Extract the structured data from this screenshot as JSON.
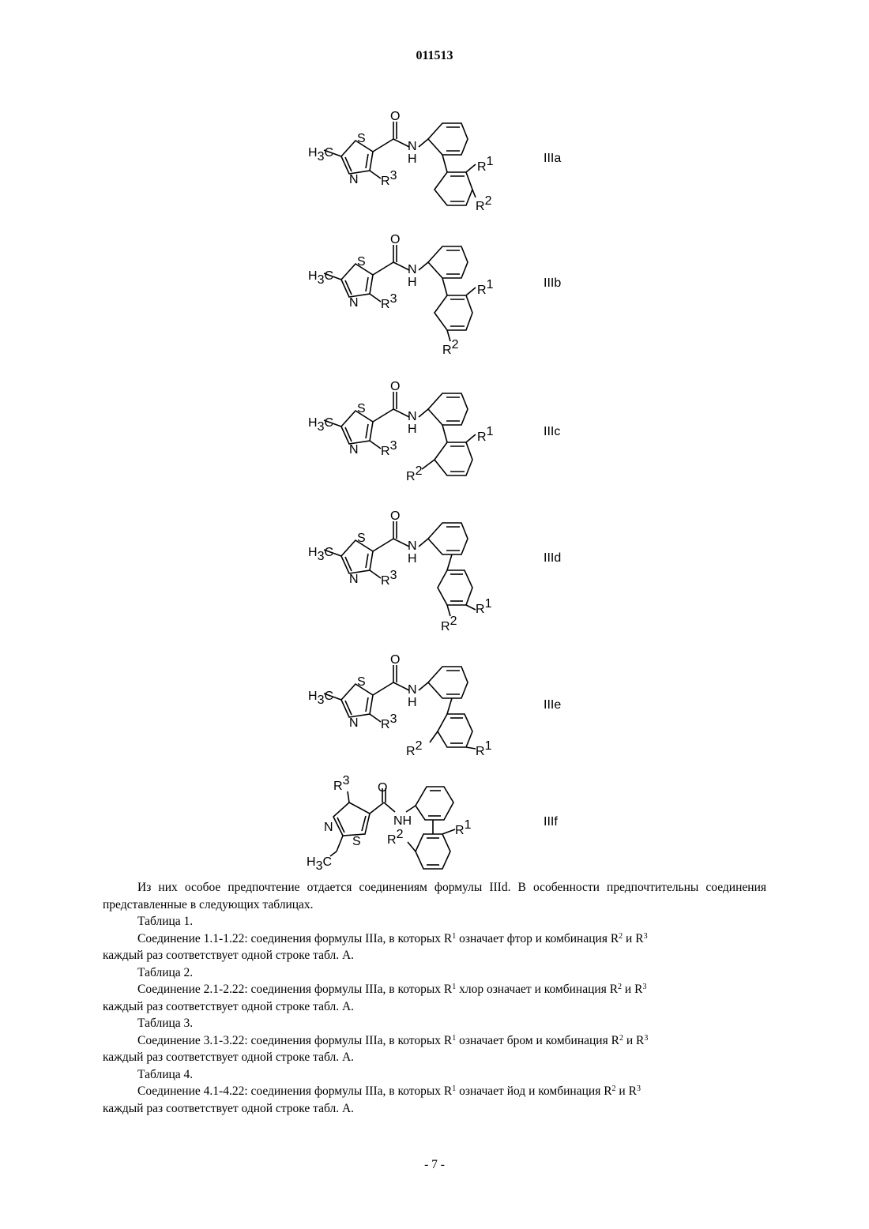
{
  "header": {
    "document_number": "011513"
  },
  "formulas": [
    {
      "label": "IIIa"
    },
    {
      "label": "IIIb"
    },
    {
      "label": "IIIc"
    },
    {
      "label": "IIId"
    },
    {
      "label": "IIIe"
    },
    {
      "label": "IIIf"
    }
  ],
  "atoms": {
    "methyl": "H",
    "methyl_sub": "3",
    "methyl_c": "C",
    "sulfur": "S",
    "nitrogen": "N",
    "oxygen": "O",
    "nh_n": "N",
    "nh_h": "H",
    "nh_inline": "NH",
    "r": "R",
    "r1": "1",
    "r2": "2",
    "r3": "3"
  },
  "body": {
    "intro": "Из них особое предпочтение отдается соединениям формулы IIId. В особенности предпочтительны соединения представленные в следующих таблицах.",
    "tables": [
      {
        "title": "Таблица 1.",
        "text_before_r1": "Соединение 1.1-1.22: соединения формулы IIIa, в которых R",
        "text_after_r1": " означает фтор и комбинация R",
        "and": " и R",
        "tail": "каждый раз соответствует одной строке табл. A."
      },
      {
        "title": "Таблица 2.",
        "text_before_r1": "Соединение 2.1-2.22: соединения формулы IIIa, в которых R",
        "text_after_r1": " хлор означает и комбинация R",
        "and": " и R",
        "tail": "каждый раз соответствует одной строке табл. A."
      },
      {
        "title": "Таблица 3.",
        "text_before_r1": "Соединение 3.1-3.22: соединения формулы IIIa, в которых R",
        "text_after_r1": " означает бром и комбинация R",
        "and": " и R",
        "tail": "каждый раз соответствует одной строке табл. A."
      },
      {
        "title": "Таблица 4.",
        "text_before_r1": "Соединение 4.1-4.22: соединения формулы IIIa, в которых R",
        "text_after_r1": " означает йод и комбинация R",
        "and": " и R",
        "tail": "каждый раз соответствует одной строке табл. A."
      }
    ]
  },
  "footer": {
    "page": "- 7 -"
  }
}
